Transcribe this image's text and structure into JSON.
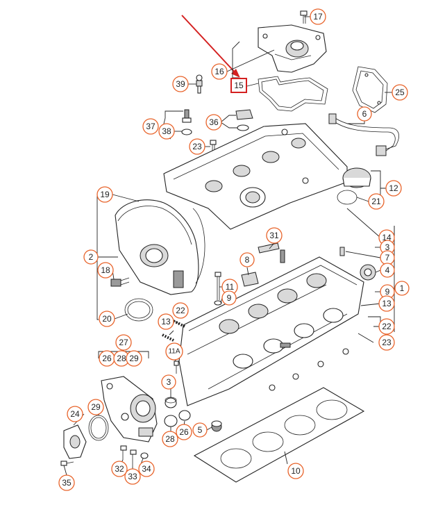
{
  "callouts": [
    {
      "id": "17",
      "label": "17"
    },
    {
      "id": "16",
      "label": "16"
    },
    {
      "id": "15",
      "label": "15"
    },
    {
      "id": "39",
      "label": "39"
    },
    {
      "id": "25",
      "label": "25"
    },
    {
      "id": "6",
      "label": "6"
    },
    {
      "id": "36",
      "label": "36"
    },
    {
      "id": "37",
      "label": "37"
    },
    {
      "id": "38",
      "label": "38"
    },
    {
      "id": "23a",
      "label": "23"
    },
    {
      "id": "12",
      "label": "12"
    },
    {
      "id": "21",
      "label": "21"
    },
    {
      "id": "19",
      "label": "19"
    },
    {
      "id": "31",
      "label": "31"
    },
    {
      "id": "14",
      "label": "14"
    },
    {
      "id": "3a",
      "label": "3"
    },
    {
      "id": "7",
      "label": "7"
    },
    {
      "id": "2",
      "label": "2"
    },
    {
      "id": "8",
      "label": "8"
    },
    {
      "id": "4",
      "label": "4"
    },
    {
      "id": "18",
      "label": "18"
    },
    {
      "id": "11",
      "label": "11"
    },
    {
      "id": "9a",
      "label": "9"
    },
    {
      "id": "9b",
      "label": "9"
    },
    {
      "id": "1",
      "label": "1"
    },
    {
      "id": "13a",
      "label": "13"
    },
    {
      "id": "22a",
      "label": "22"
    },
    {
      "id": "20",
      "label": "20"
    },
    {
      "id": "13b",
      "label": "13"
    },
    {
      "id": "22b",
      "label": "22"
    },
    {
      "id": "23b",
      "label": "23"
    },
    {
      "id": "27",
      "label": "27"
    },
    {
      "id": "26a",
      "label": "26"
    },
    {
      "id": "28a",
      "label": "28"
    },
    {
      "id": "29a",
      "label": "29"
    },
    {
      "id": "11A",
      "label": "11A"
    },
    {
      "id": "3b",
      "label": "3"
    },
    {
      "id": "29b",
      "label": "29"
    },
    {
      "id": "24",
      "label": "24"
    },
    {
      "id": "5",
      "label": "5"
    },
    {
      "id": "28b",
      "label": "28"
    },
    {
      "id": "26b",
      "label": "26"
    },
    {
      "id": "32",
      "label": "32"
    },
    {
      "id": "34",
      "label": "34"
    },
    {
      "id": "33",
      "label": "33"
    },
    {
      "id": "35",
      "label": "35"
    },
    {
      "id": "10",
      "label": "10"
    }
  ],
  "highlight": {
    "label": "15",
    "color": "#d42020"
  },
  "colors": {
    "callout_ring": "#e8632a",
    "highlight": "#d42020",
    "line": "#222222"
  }
}
